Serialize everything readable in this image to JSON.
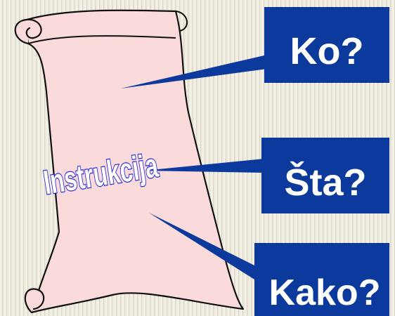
{
  "scroll": {
    "title": "Instrukcija",
    "fill_color": "#fadadb",
    "outline_color": "#111111",
    "title_outline_color": "#2b2bd6"
  },
  "callouts": [
    {
      "label": "Ko?"
    },
    {
      "label": "Šta?"
    },
    {
      "label": "Kako?"
    }
  ],
  "colors": {
    "callout_fill": "#0c3a9c",
    "callout_text": "#ffffff",
    "pointer": "#0c3a9c"
  }
}
